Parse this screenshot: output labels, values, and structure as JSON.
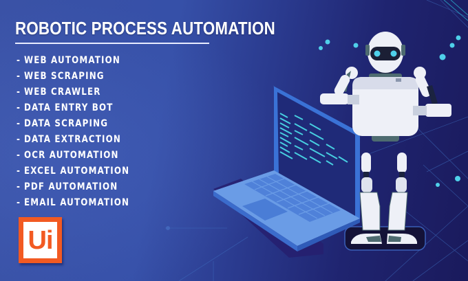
{
  "banner": {
    "title": "ROBOTIC PROCESS AUTOMATION",
    "features": [
      "WEB AUTOMATION",
      "WEB SCRAPING",
      "WEB CRAWLER",
      "DATA ENTRY BOT",
      "DATA SCRAPING",
      "DATA EXTRACTION",
      "OCR AUTOMATION",
      "EXCEL AUTOMATION",
      "PDF AUTOMATION",
      "EMAIL AUTOMATION"
    ],
    "bullet": "-",
    "logo": {
      "text": "Ui",
      "brand_color": "#f25a22"
    }
  },
  "illustration": {
    "subject": "robot standing beside laptop",
    "robot_chest_badge": "",
    "colors": {
      "background_left": "#3a52a6",
      "background_right": "#1a1a5c",
      "accent_dots": "#4fd0ea",
      "laptop_body": "#5b8fe0",
      "laptop_screen": "#1f2a78",
      "screen_code": "#4ad8e6",
      "robot_body": "#eef0f7",
      "robot_joint": "#4e6b70"
    }
  }
}
